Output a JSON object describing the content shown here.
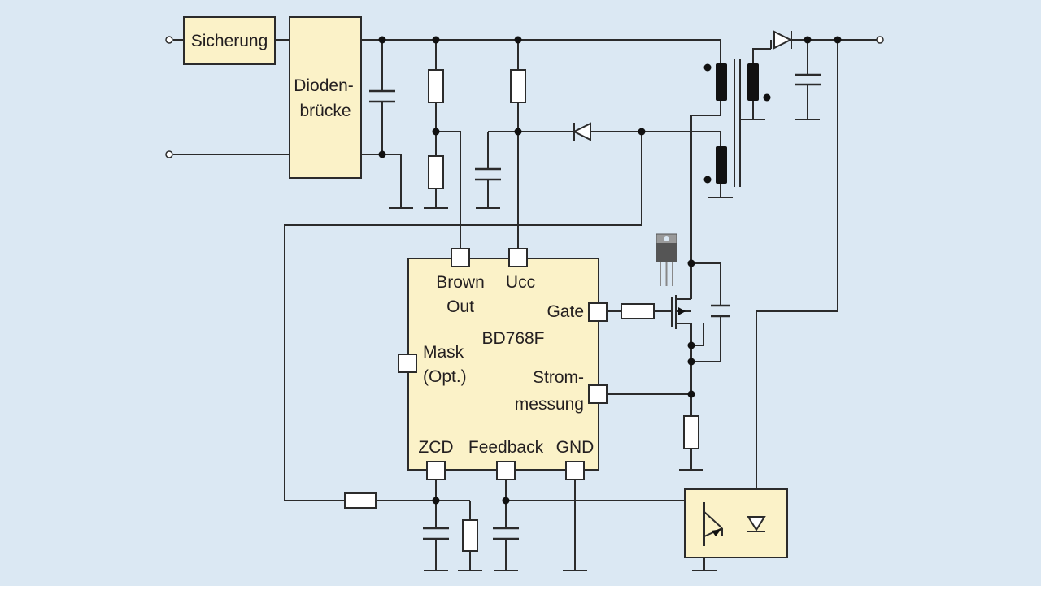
{
  "colors": {
    "background": "#dbe8f3",
    "block_fill": "#fbf2c8",
    "wire": "#2b2b2b"
  },
  "blocks": {
    "fuse": "Sicherung",
    "bridge_line1": "Dioden-",
    "bridge_line2": "brücke"
  },
  "ic": {
    "name": "BD768F",
    "pins": {
      "brown_out_line1": "Brown",
      "brown_out_line2": "Out",
      "ucc": "Ucc",
      "gate": "Gate",
      "mask_line1": "Mask",
      "mask_line2": "(Opt.)",
      "current_sense_line1": "Strom-",
      "current_sense_line2": "messung",
      "zcd": "ZCD",
      "feedback": "Feedback",
      "gnd": "GND"
    }
  }
}
